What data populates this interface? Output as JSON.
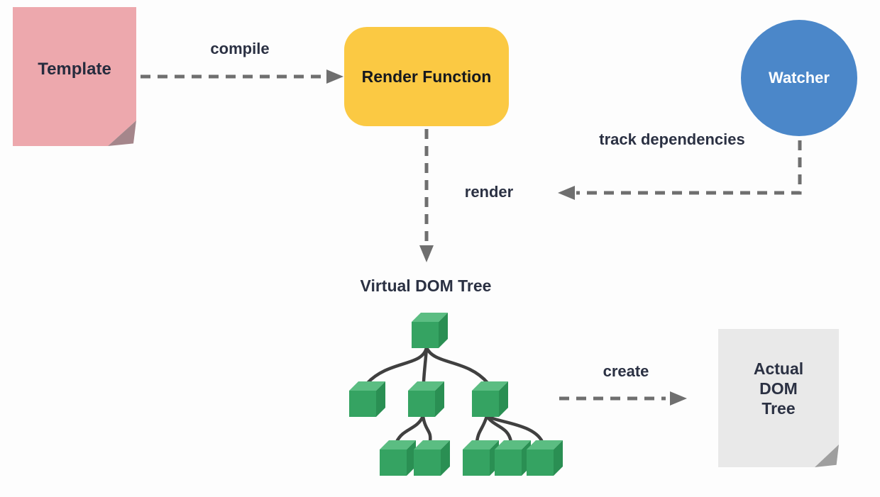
{
  "nodes": {
    "template": {
      "label": "Template",
      "shape": "sticky-note-folded-corner",
      "fill": "#eda8ad",
      "fold_color": "#a5868b",
      "text_color": "#272c3e"
    },
    "render_function": {
      "label": "Render Function",
      "shape": "rounded-rectangle",
      "fill": "#fbc943",
      "text_color": "#15181e"
    },
    "watcher": {
      "label": "Watcher",
      "shape": "circle",
      "fill": "#4b87c9",
      "text_color": "#ffffff"
    },
    "virtual_dom_tree": {
      "label": "Virtual DOM Tree",
      "shape": "cube-tree",
      "cube_colors": {
        "front": "#35a362",
        "top": "#5bbd82",
        "side": "#2a8f53"
      },
      "connector_color": "#404040",
      "structure": {
        "root": {
          "children": [
            {
              "children": []
            },
            {
              "children": [
                {},
                {}
              ]
            },
            {
              "children": [
                {},
                {},
                {}
              ]
            }
          ]
        },
        "node_count": 9
      }
    },
    "actual_dom_tree": {
      "lines": [
        "Actual",
        "DOM",
        "Tree"
      ],
      "shape": "page-folded-corner",
      "fill": "#e9e9e9",
      "fold_color": "#9f9f9f",
      "text_color": "#2b3143"
    }
  },
  "edges": [
    {
      "label": "compile",
      "from": "template",
      "to": "render_function",
      "style": "dashed-arrow-right"
    },
    {
      "label": "track dependencies",
      "from": "watcher",
      "to": "render_function",
      "style": "dashed-elbow-arrow-left"
    },
    {
      "label": "render",
      "from": "render_function",
      "to": "virtual_dom_tree",
      "style": "dashed-arrow-down"
    },
    {
      "label": "create",
      "from": "virtual_dom_tree",
      "to": "actual_dom_tree",
      "style": "dashed-arrow-right"
    }
  ],
  "colors": {
    "background": "#fdfdfd",
    "edge_stroke": "#6f6f6f",
    "label_text": "#2b3143"
  }
}
